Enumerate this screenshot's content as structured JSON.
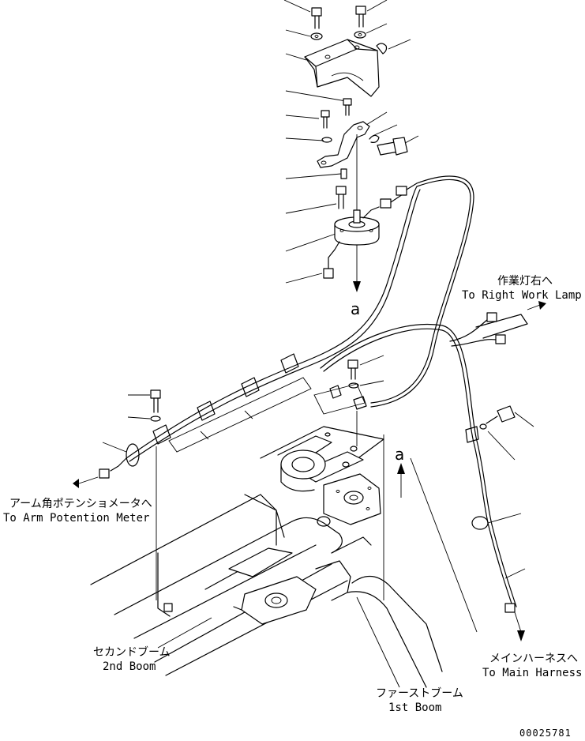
{
  "callouts": {
    "right_work_lamp": {
      "jp": "作業灯右へ",
      "en": "To Right Work Lamp"
    },
    "arm_potentiometer": {
      "jp": "アーム角ポテンショメータへ",
      "en": "To Arm Potention Meter"
    },
    "second_boom": {
      "jp": "セカンドブーム",
      "en": "2nd Boom"
    },
    "first_boom": {
      "jp": "ファーストブーム",
      "en": "1st Boom"
    },
    "main_harness": {
      "jp": "メインハーネスへ",
      "en": "To Main Harness"
    }
  },
  "view_marks": {
    "upper": "a",
    "lower": "a"
  },
  "drawing_number": "00025781"
}
